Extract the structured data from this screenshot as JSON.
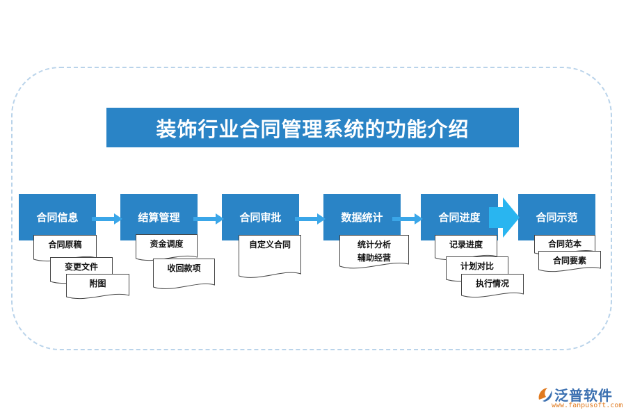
{
  "title": "装饰行业合同管理系统的功能介绍",
  "steps": [
    {
      "label": "合同信息",
      "items": [
        "合同原稿",
        "变更文件",
        "附图"
      ]
    },
    {
      "label": "结算管理",
      "items": [
        "资金调度",
        "收回款项"
      ]
    },
    {
      "label": "合同审批",
      "items": [
        "自定义合同"
      ]
    },
    {
      "label": "数据统计",
      "items": [
        "统计分析",
        "辅助经营"
      ]
    },
    {
      "label": "合同进度",
      "items": [
        "记录进度",
        "计划对比",
        "执行情况"
      ]
    },
    {
      "label": "合同示范",
      "items": [
        "合同范本",
        "合同要素"
      ]
    }
  ],
  "logo": {
    "name": "泛普软件",
    "url": "www.fanpusoft.com",
    "icon": "fanpu-logo-icon"
  },
  "colors": {
    "primary": "#2a84c6",
    "arrow": "#3aa6e8",
    "frame": "#b9d3ea"
  }
}
